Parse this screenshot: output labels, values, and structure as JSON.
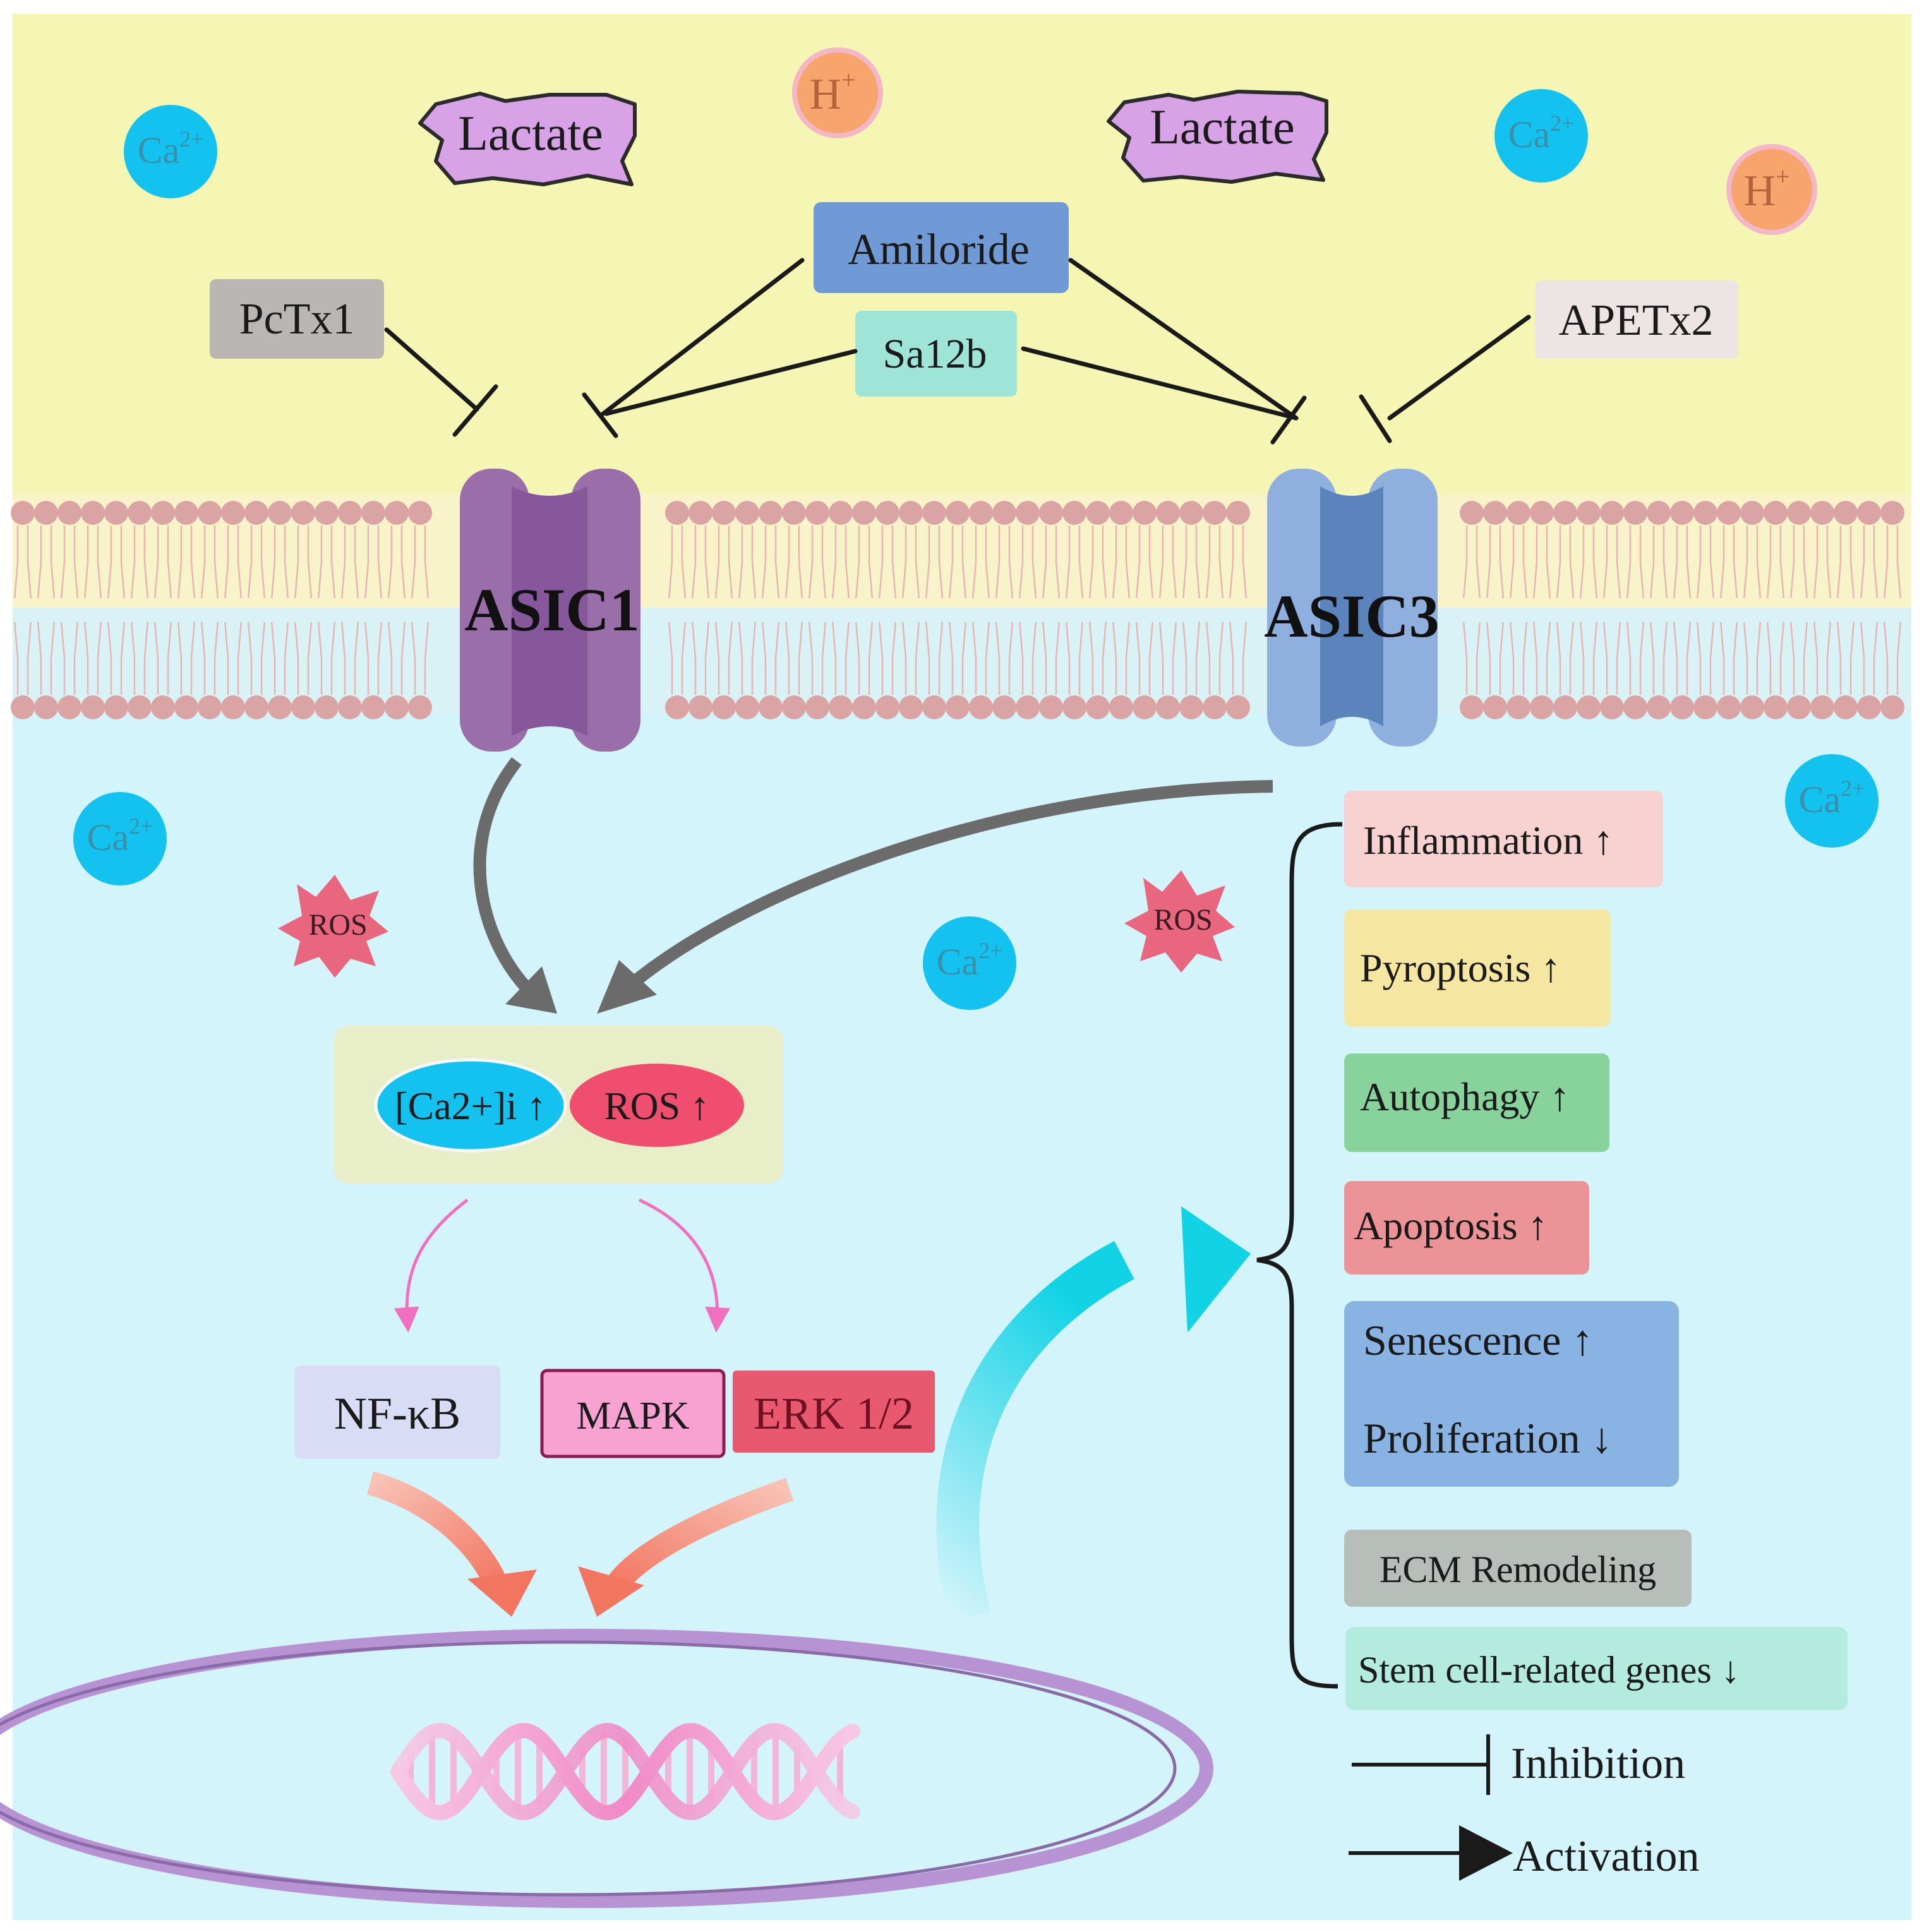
{
  "extracellular": {
    "ions": {
      "ca": "Ca",
      "ca_sup": "2+",
      "h": "H",
      "h_sup": "+"
    },
    "lactate_left": "Lactate",
    "lactate_right": "Lactate"
  },
  "inhibitors": {
    "pctx1": "PcTx1",
    "amiloride": "Amiloride",
    "sa12b": "Sa12b",
    "apetx2": "APETx2"
  },
  "channels": {
    "asic1": "ASIC1",
    "asic3": "ASIC3"
  },
  "intracellular": {
    "ros_free": "ROS",
    "ca_i": "[Ca2+]i",
    "ros": "ROS",
    "nfkb": "NF-κB",
    "mapk": "MAPK",
    "erk": "ERK 1/2"
  },
  "outcomes": {
    "inflammation": "Inflammation",
    "pyroptosis": "Pyroptosis",
    "autophagy": "Autophagy",
    "apoptosis": "Apoptosis",
    "senescence": "Senescence",
    "proliferation": "Proliferation",
    "ecm": "ECM Remodeling",
    "stem_cell": "Stem cell-related genes"
  },
  "symbols": {
    "up": "↑",
    "down": "↓"
  },
  "legend": {
    "inhibition": "Inhibition",
    "activation": "Activation"
  },
  "colors": {
    "extracellular_bg": "#f6f6b4",
    "intracellular_bg": "#d2f4fa",
    "lipid_head": "#d9a4a3",
    "asic1": "#9a6ea8",
    "asic3": "#8fb0de",
    "calcium": "#13c2ef",
    "proton": "#f7a56d",
    "lactate": "#d7a3e6",
    "ros": "#e9677e"
  }
}
